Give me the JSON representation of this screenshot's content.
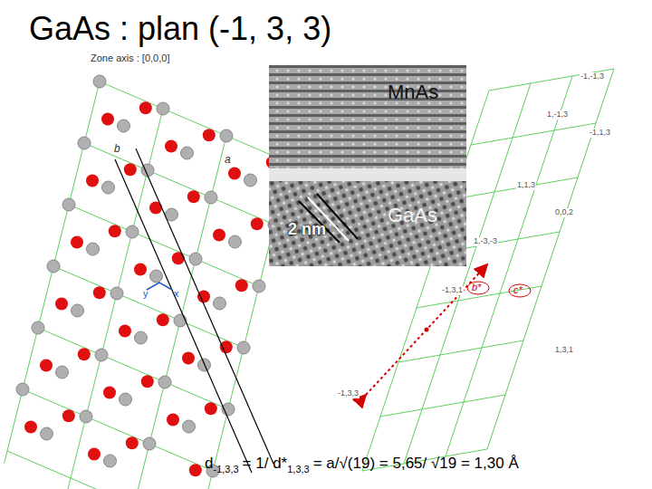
{
  "diagram": {
    "title": "GaAs : plan (-1, 3, 3)",
    "labels": [
      "Zone axis : [0,0,0]",
      "b",
      "a",
      "y",
      "x",
      "MnAs",
      "2 nm",
      "GaAs",
      "-1,-1,3",
      "1,-1,3",
      "-1,1,3",
      "1,1,3",
      "0,0,2",
      "1,-3,-3",
      "-1,3,1",
      "1,3,1",
      "-1,3,3",
      "b*",
      "c*",
      "d",
      "-1,3,3",
      "= 1/ d*",
      "1,3,3",
      "= a/√(19) = 5,65/ √19 = 1,30 Å"
    ]
  }
}
